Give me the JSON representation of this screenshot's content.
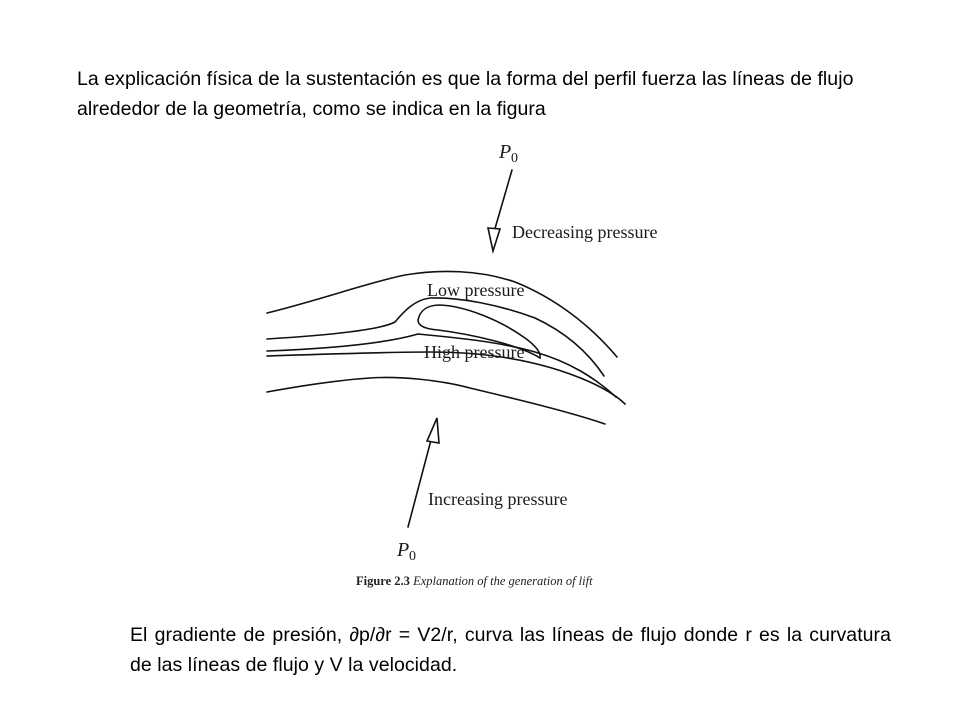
{
  "slide": {
    "intro_text": "La explicación física de la sustentación es que la forma del perfil fuerza las líneas de flujo alrededor de la geometría, como se indica en la figura",
    "figure": {
      "p0_top_letter": "P",
      "p0_top_sub": "0",
      "label_decreasing": "Decreasing pressure",
      "label_low": "Low pressure",
      "label_high": "High pressure",
      "label_increasing": "Increasing pressure",
      "p0_bottom_letter": "P",
      "p0_bottom_sub": "0",
      "caption_number": "Figure 2.3",
      "caption_text": "Explanation of the generation of lift"
    },
    "outro_text": "El gradiente de presión, ∂p/∂r = V2/r, curva las líneas de flujo donde r es la curvatura de las líneas de flujo y V la velocidad."
  }
}
